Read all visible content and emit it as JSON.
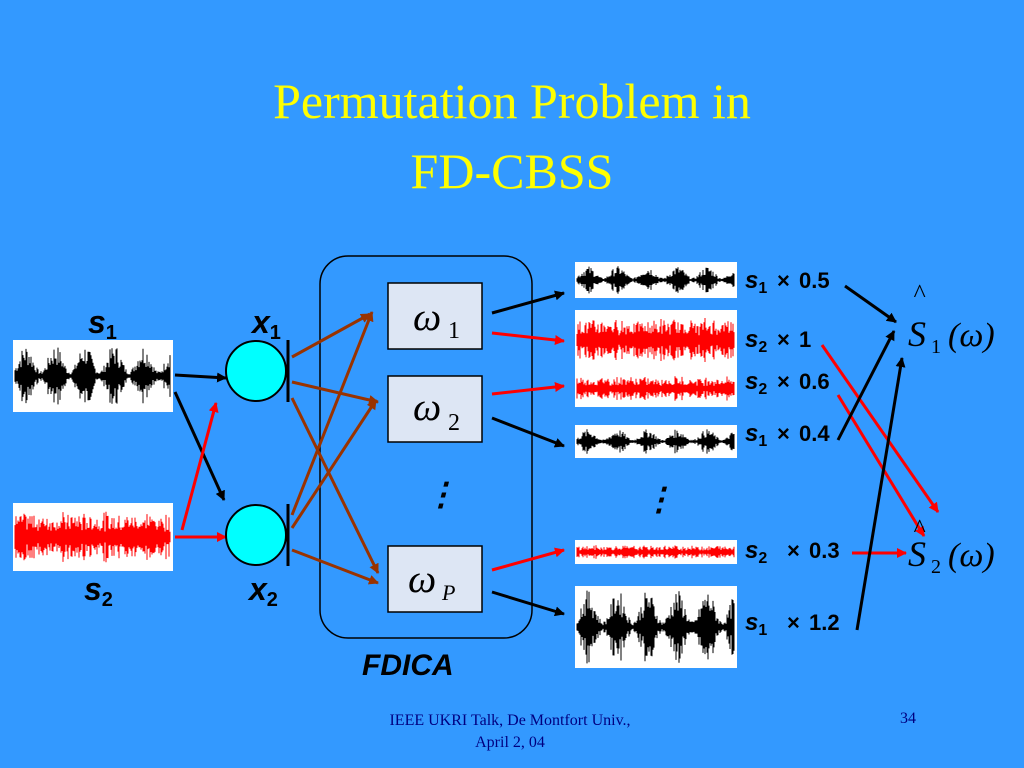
{
  "slide": {
    "title_line1": "Permutation Problem in",
    "title_line2": "FD-CBSS",
    "footer_left_line1": "IEEE UKRI Talk, De Montfort Univ.,",
    "footer_left_line2": "April 2, 04",
    "page_number": "34"
  },
  "diagram": {
    "sources": [
      {
        "symbol": "s",
        "sub": "1",
        "color": "#000000"
      },
      {
        "symbol": "s",
        "sub": "2",
        "color": "#ff0000"
      }
    ],
    "mixtures": [
      {
        "symbol": "x",
        "sub": "1"
      },
      {
        "symbol": "x",
        "sub": "2"
      }
    ],
    "fdica_label": "FDICA",
    "frequency_bins": [
      {
        "symbol": "ω",
        "sub": "1"
      },
      {
        "symbol": "ω",
        "sub": "2"
      },
      {
        "symbol": "ω",
        "sub": "P"
      }
    ],
    "scaled_outputs": [
      {
        "symbol": "s",
        "sub": "1",
        "times": "×",
        "scale": "0.5"
      },
      {
        "symbol": "s",
        "sub": "2",
        "times": "×",
        "scale": "1"
      },
      {
        "symbol": "s",
        "sub": "2",
        "times": "×",
        "scale": "0.6"
      },
      {
        "symbol": "s",
        "sub": "1",
        "times": "×",
        "scale": "0.4"
      },
      {
        "symbol": "s",
        "sub": "2",
        "times": "×",
        "scale": "0.3"
      },
      {
        "symbol": "s",
        "sub": "1",
        "times": "×",
        "scale": "1.2"
      }
    ],
    "estimates": [
      {
        "symbol": "S",
        "hat": "^",
        "sub": "1",
        "arg": "(ω)"
      },
      {
        "symbol": "S",
        "hat": "^",
        "sub": "2",
        "arg": "(ω)"
      }
    ],
    "ellipsis": "⋮",
    "colors": {
      "background": "#3399ff",
      "title": "#ffff00",
      "mixer": "#00ffff",
      "source1_wave": "#000000",
      "source2_wave": "#ff0000",
      "cross_arrow": "#993300",
      "box_fill": "#dde6f4"
    }
  }
}
